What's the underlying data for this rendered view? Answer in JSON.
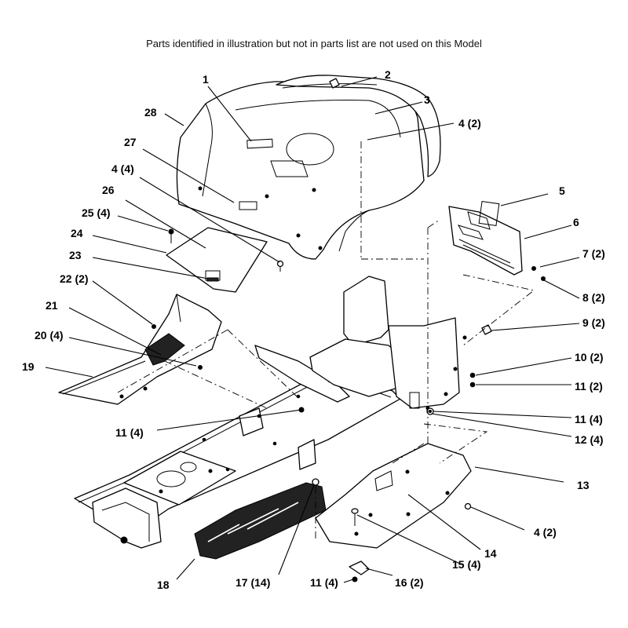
{
  "header": {
    "note": "Parts identified in illustration but not in parts list are not used on this Model"
  },
  "callouts": [
    {
      "id": "1",
      "text": "1"
    },
    {
      "id": "2",
      "text": "2"
    },
    {
      "id": "3",
      "text": "3"
    },
    {
      "id": "4a",
      "text": "4 (2)"
    },
    {
      "id": "4b",
      "text": "4 (4)"
    },
    {
      "id": "4c",
      "text": "4 (2)"
    },
    {
      "id": "5",
      "text": "5"
    },
    {
      "id": "6",
      "text": "6"
    },
    {
      "id": "7",
      "text": "7 (2)"
    },
    {
      "id": "8",
      "text": "8 (2)"
    },
    {
      "id": "9",
      "text": "9 (2)"
    },
    {
      "id": "10",
      "text": "10 (2)"
    },
    {
      "id": "11a",
      "text": "11 (2)"
    },
    {
      "id": "11b",
      "text": "11 (4)"
    },
    {
      "id": "11c",
      "text": "11 (4)"
    },
    {
      "id": "11d",
      "text": "11 (4)"
    },
    {
      "id": "12",
      "text": "12 (4)"
    },
    {
      "id": "13",
      "text": "13"
    },
    {
      "id": "14",
      "text": "14"
    },
    {
      "id": "15",
      "text": "15 (4)"
    },
    {
      "id": "16",
      "text": "16 (2)"
    },
    {
      "id": "17",
      "text": "17 (14)"
    },
    {
      "id": "18",
      "text": "18"
    },
    {
      "id": "19",
      "text": "19"
    },
    {
      "id": "20",
      "text": "20 (4)"
    },
    {
      "id": "21",
      "text": "21"
    },
    {
      "id": "22",
      "text": "22 (2)"
    },
    {
      "id": "23",
      "text": "23"
    },
    {
      "id": "24",
      "text": "24"
    },
    {
      "id": "25",
      "text": "25 (4)"
    },
    {
      "id": "26",
      "text": "26"
    },
    {
      "id": "27",
      "text": "27"
    },
    {
      "id": "28",
      "text": "28"
    }
  ]
}
